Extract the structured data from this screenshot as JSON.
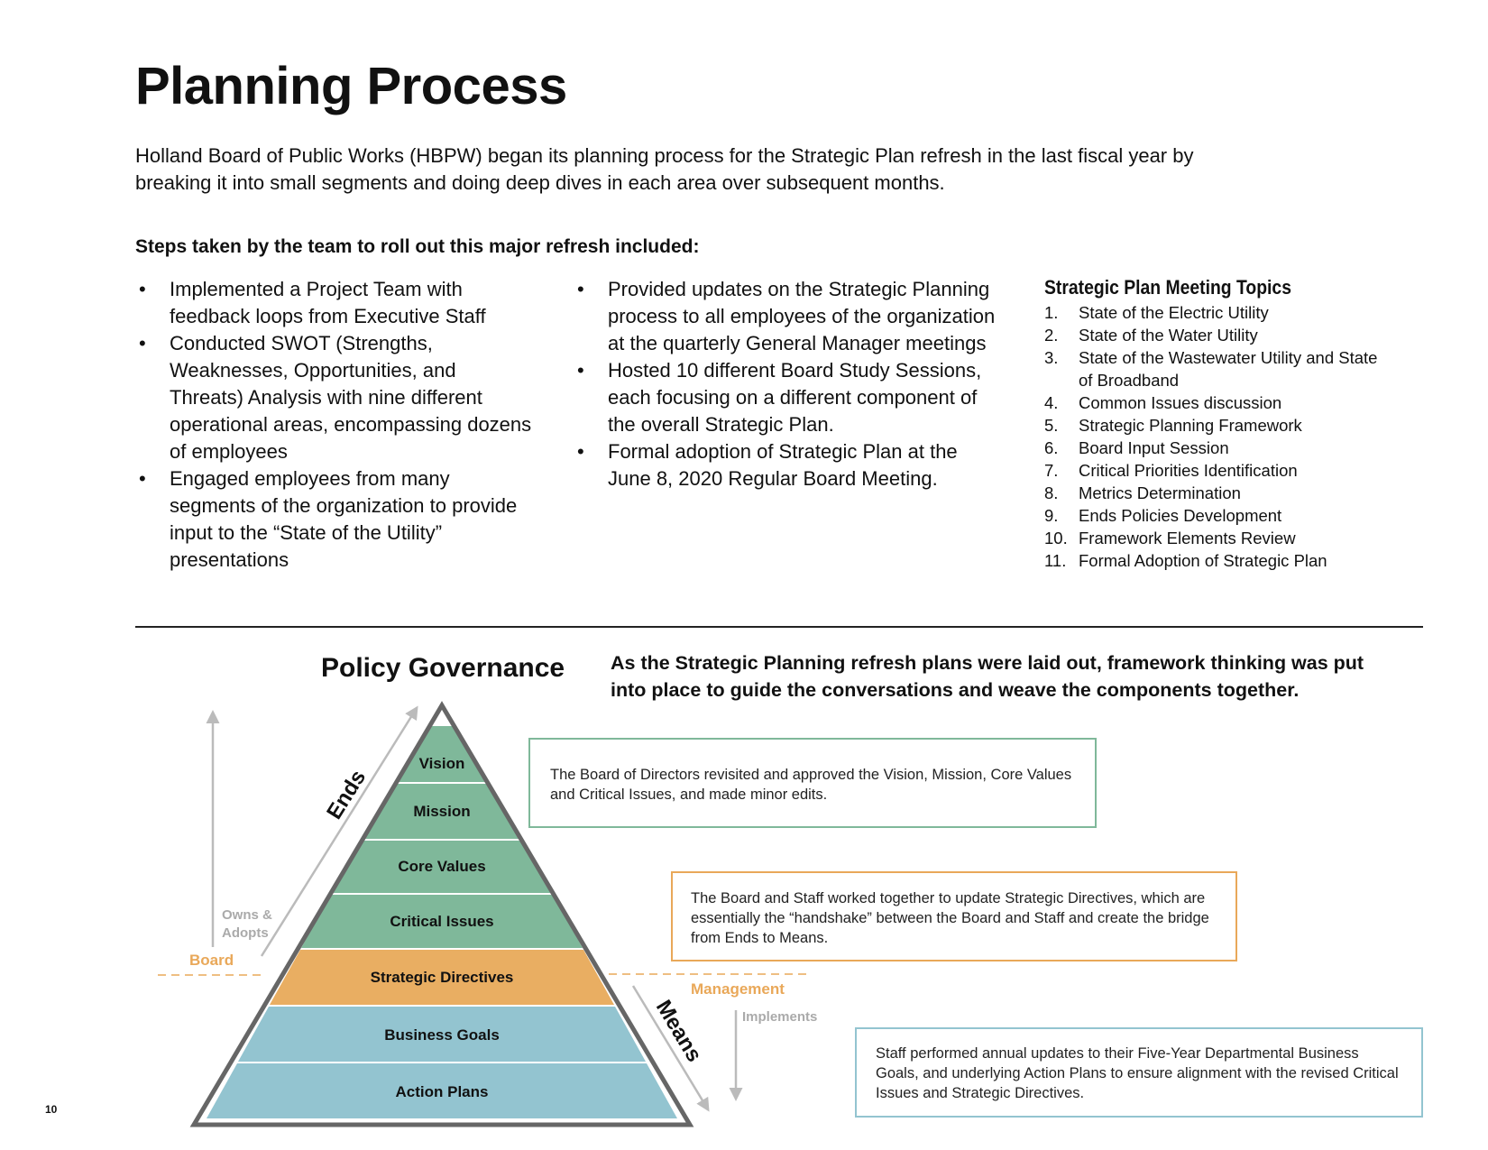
{
  "page": {
    "title": "Planning Process",
    "intro": "Holland Board of Public Works (HBPW) began its planning process for the Strategic Plan refresh in the last fiscal year by breaking it into small segments and doing deep dives in each area over subsequent months.",
    "steps_heading": "Steps taken by the team to roll out this major refresh included:",
    "bullets_col1": [
      "Implemented a Project Team with feedback loops from Executive Staff",
      "Conducted SWOT (Strengths, Weaknesses, Opportunities, and Threats) Analysis with nine different operational areas, encompassing dozens of employees",
      "Engaged employees from many segments of the organization to provide input to the “State of the Utility” presentations"
    ],
    "bullets_col2": [
      "Provided updates on the Strategic Planning process to all employees of the organization at the quarterly General Manager meetings",
      "Hosted 10 different Board Study Sessions, each focusing on a different component of the overall Strategic Plan.",
      "Formal adoption of Strategic Plan at the June 8, 2020 Regular Board Meeting."
    ],
    "topics_heading": "Strategic Plan Meeting Topics",
    "topics": [
      {
        "num": "1.",
        "text": "State of the Electric Utility"
      },
      {
        "num": "2.",
        "text": "State of the Water Utility"
      },
      {
        "num": "3.",
        "text": "State of the Wastewater Utility and State of Broadband"
      },
      {
        "num": "4.",
        "text": "Common Issues discussion"
      },
      {
        "num": "5.",
        "text": "Strategic Planning Framework"
      },
      {
        "num": "6.",
        "text": "Board Input Session"
      },
      {
        "num": "7.",
        "text": "Critical Priorities Identification"
      },
      {
        "num": "8.",
        "text": "Metrics Determination"
      },
      {
        "num": "9.",
        "text": "Ends Policies Development"
      },
      {
        "num": "10.",
        "text": "Framework Elements Review"
      },
      {
        "num": "11.",
        "text": "Formal Adoption of Strategic Plan"
      }
    ],
    "page_number": "10"
  },
  "governance": {
    "title": "Policy Governance",
    "intro": "As the Strategic Planning refresh plans were laid out, framework thinking was put into place to guide the conversations and weave the components together.",
    "levels": {
      "vision": "Vision",
      "mission": "Mission",
      "core_values": "Core Values",
      "critical_issues": "Critical Issues",
      "strategic_directives": "Strategic Directives",
      "business_goals": "Business Goals",
      "action_plans": "Action Plans"
    },
    "labels": {
      "ends": "Ends",
      "means": "Means",
      "board": "Board",
      "management": "Management",
      "owns_line1": "Owns &",
      "owns_line2": "Adopts",
      "implements": "Implements"
    },
    "boxes": {
      "board_text": "The Board of Directors revisited and approved the Vision, Mission, Core Values and Critical Issues, and made minor edits.",
      "handshake_text": "The Board and Staff worked together to update Strategic Directives, which are essentially the “handshake” between the Board and Staff and create the bridge from Ends to Means.",
      "staff_text": "Staff performed annual updates to their Five-Year Departmental Business Goals, and underlying Action Plans to ensure alignment with the revised Critical Issues and Strategic Directives."
    },
    "colors": {
      "ends_green": "#7fb89a",
      "directives_orange": "#e9ae62",
      "means_blue": "#93c4d0",
      "outline_gray": "#666666",
      "arrow_gray": "#bbbbbb",
      "label_orange": "#e9a859"
    }
  }
}
